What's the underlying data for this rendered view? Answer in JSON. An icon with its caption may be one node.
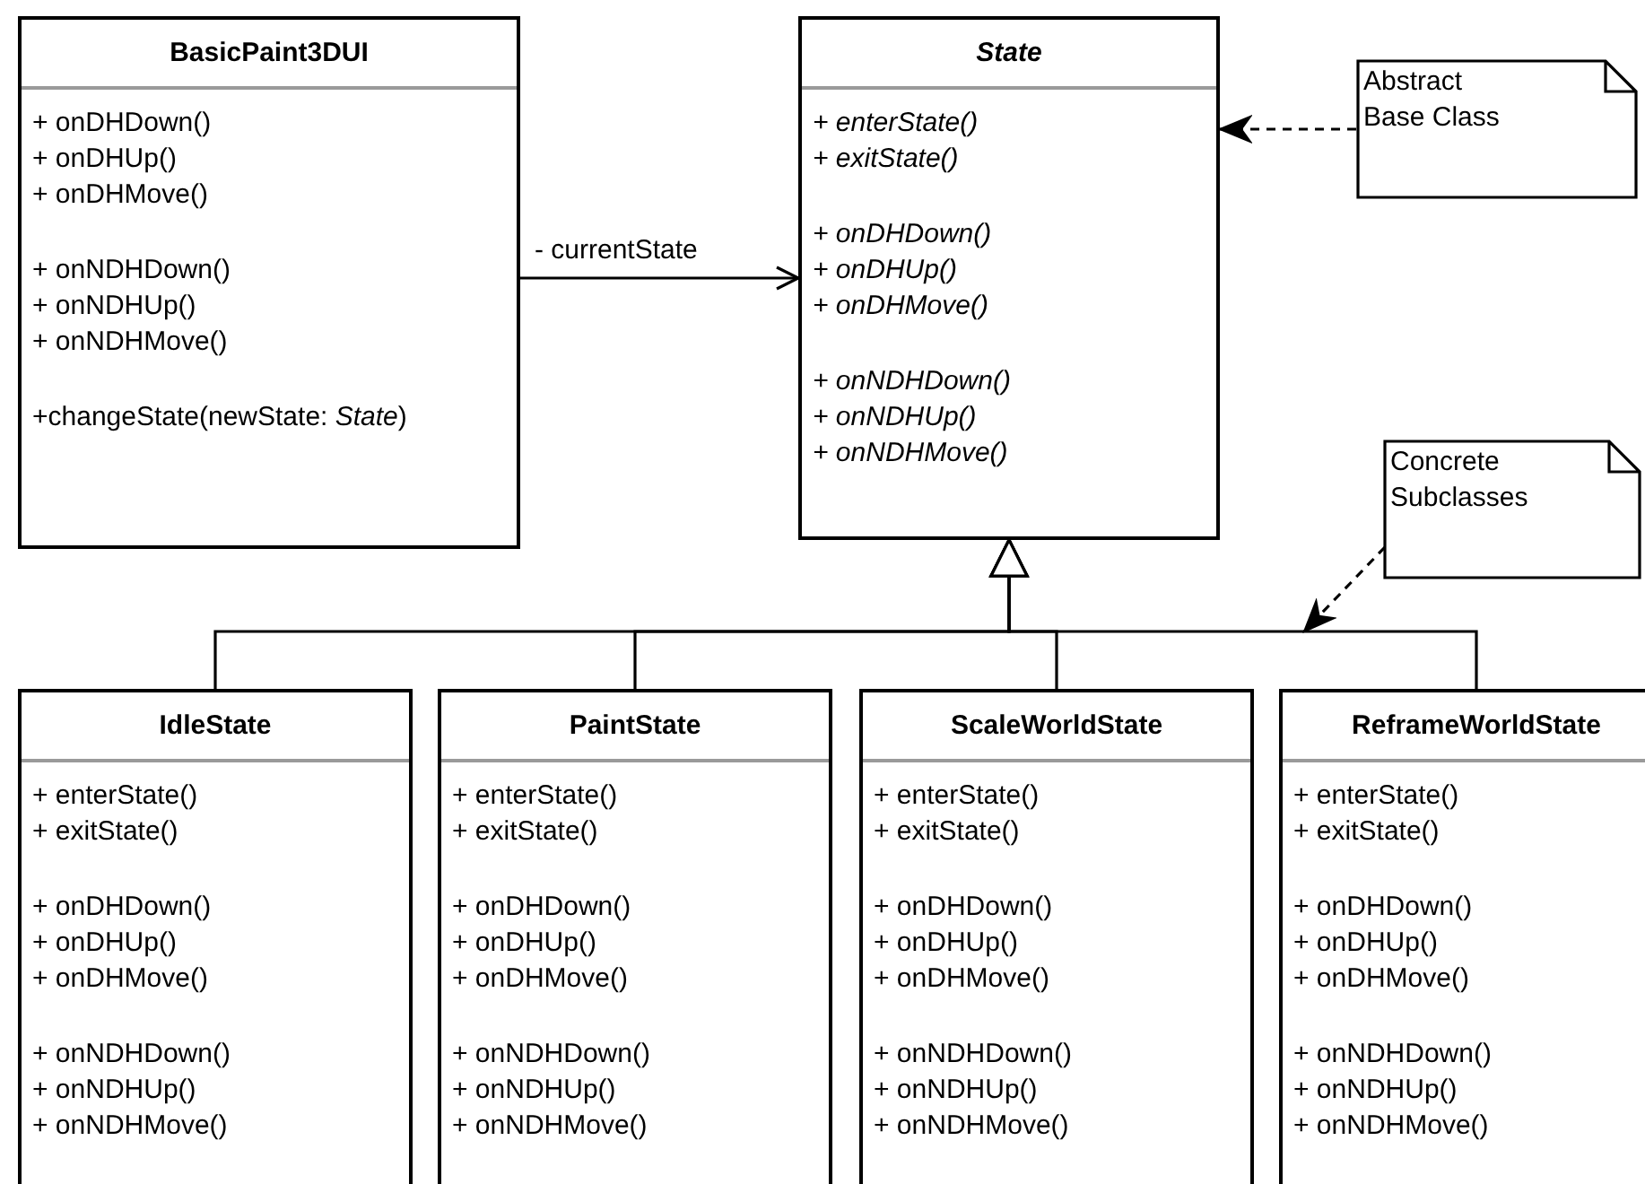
{
  "diagram": {
    "nodes": [
      {
        "text": [
          "BasicPaint3DUI",
          "+ onDHDown()",
          "+ onDHUp()",
          "+ onDHMove()",
          "+ onNDHDown()",
          "+ onNDHUp()",
          "+ onNDHMove()",
          "+changeState(newState: *State*)"
        ]
      },
      {
        "text": [
          "State",
          "+ enterState()",
          "+ exitState()",
          "+ onDHDown()",
          "+ onDHUp()",
          "+ onDHMove()",
          "+ onNDHDown()",
          "+ onNDHUp()",
          "+ onNDHMove()"
        ]
      },
      {
        "text": [
          "Abstract Base Class"
        ]
      },
      {
        "text": [
          "Concrete Subclasses"
        ]
      },
      {
        "text": [
          "IdleState",
          "+ enterState()",
          "+ exitState()",
          "+ onDHDown()",
          "+ onDHUp()",
          "+ onDHMove()",
          "+ onNDHDown()",
          "+ onNDHUp()",
          "+ onNDHMove()"
        ]
      },
      {
        "text": [
          "PaintState",
          "+ enterState()",
          "+ exitState()",
          "+ onDHDown()",
          "+ onDHUp()",
          "+ onDHMove()",
          "+ onNDHDown()",
          "+ onNDHUp()",
          "+ onNDHMove()"
        ]
      },
      {
        "text": [
          "ScaleWorldState",
          "+ enterState()",
          "+ exitState()",
          "+ onDHDown()",
          "+ onDHUp()",
          "+ onDHMove()",
          "+ onNDHDown()",
          "+ onNDHUp()",
          "+ onNDHMove()"
        ]
      },
      {
        "text": [
          "ReframeWorldState",
          "+ enterState()",
          "+ exitState()",
          "+ onDHDown()",
          "+ onDHUp()",
          "+ onDHMove()",
          "+ onNDHDown()",
          "+ onNDHUp()",
          "+ onNDHMove()"
        ]
      }
    ],
    "edges": [
      {
        "from": 0,
        "to": 1,
        "arrow": "to",
        "label": "- currentState"
      },
      {
        "from": 2,
        "to": 1,
        "arrow": "to",
        "style": "dashed"
      },
      {
        "from": 3,
        "to": null,
        "arrow": "to",
        "style": "dashed"
      },
      {
        "from": 4,
        "to": 1,
        "arrow": "to"
      },
      {
        "from": 5,
        "to": 1,
        "arrow": "to"
      },
      {
        "from": 6,
        "to": 1,
        "arrow": "to"
      },
      {
        "from": 7,
        "to": 1,
        "arrow": "to"
      }
    ]
  }
}
